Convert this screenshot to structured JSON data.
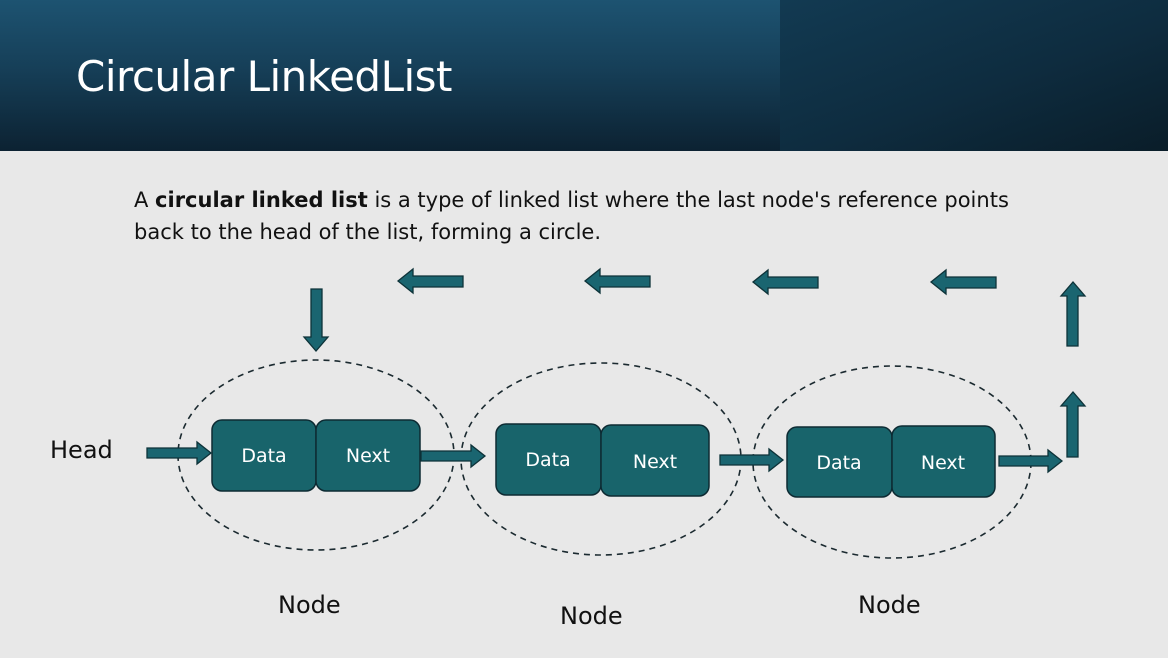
{
  "header": {
    "title": "Circular LinkedList"
  },
  "description": {
    "prefix": "A ",
    "term": "circular linked list",
    "rest": " is a type of linked list where the last node's reference points back to the head of the list, forming a circle."
  },
  "diagram": {
    "head_label": "Head",
    "nodes": [
      {
        "data_label": "Data",
        "next_label": "Next",
        "caption": "Node"
      },
      {
        "data_label": "Data",
        "next_label": "Next",
        "caption": "Node"
      },
      {
        "data_label": "Data",
        "next_label": "Next",
        "caption": "Node"
      }
    ],
    "colors": {
      "node_fill": "#18646b",
      "node_stroke": "#0d2b33",
      "arrow_fill": "#1a6570",
      "arrow_stroke": "#0d3238",
      "banner": "#163f58"
    }
  }
}
